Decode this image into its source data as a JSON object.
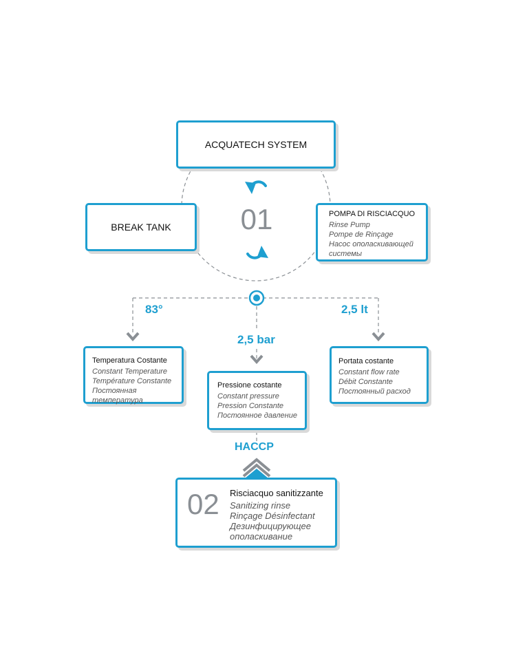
{
  "title": "ACQUATECH SYSTEM",
  "step_one": "01",
  "step_two": "02",
  "break_tank": "BREAK TANK",
  "rinse_pump": {
    "title": "POMPA DI RISCIACQUO",
    "lines": [
      "Rinse Pump",
      "Pompe de Rinçage",
      "Насос ополаскивающей системы"
    ]
  },
  "values": {
    "temperature": "83°",
    "pressure": "2,5 bar",
    "flow": "2,5 lt"
  },
  "temperature_box": {
    "title": "Temperatura Costante",
    "lines": [
      "Constant Temperature",
      "Température Constante",
      "Постоянная температура"
    ]
  },
  "pressure_box": {
    "title": "Pressione costante",
    "lines": [
      "Constant pressure",
      "Pression Constante",
      "Постоянное давление"
    ]
  },
  "flow_box": {
    "title": "Portata costante",
    "lines": [
      "Constant flow rate",
      "Débit Constante",
      "Постоянный расход"
    ]
  },
  "haccp": "HACCP",
  "sanitizing": {
    "title": "Risciacquo sanitizzante",
    "lines": [
      "Sanitizing rinse",
      "Rinçage Désinfectant",
      "Дезинфицирующее ополаскивание"
    ]
  },
  "colors": {
    "accent": "#1e9fd0",
    "connector": "#8a8f94",
    "shadow": "#d9d9d9",
    "number": "#8a8f94"
  }
}
